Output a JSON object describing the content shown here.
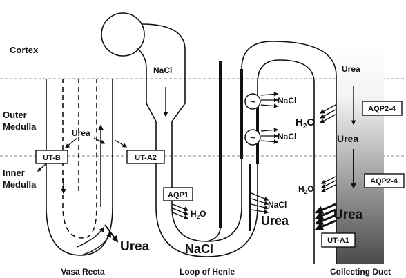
{
  "zones": {
    "cortex": "Cortex",
    "outer_line1": "Outer",
    "outer_line2": "Medulla",
    "inner_line1": "Inner",
    "inner_line2": "Medulla"
  },
  "bottom_labels": {
    "vasa_recta": "Vasa Recta",
    "loop_of_henle": "Loop of Henle",
    "collecting_duct": "Collecting Duct"
  },
  "transporters": {
    "ut_b": "UT-B",
    "ut_a2": "UT-A2",
    "aqp1": "AQP1",
    "aqp2_4_upper": "AQP2-4",
    "aqp2_4_lower": "AQP2-4",
    "ut_a1": "UT-A1"
  },
  "solutes": {
    "nacl_cortex": "NaCl",
    "urea_vasa": "Urea",
    "urea_vasa_big": "Urea",
    "nacl_bottom": "NaCl",
    "nacl_pump1": "NaCl",
    "nacl_pump2": "NaCl",
    "nacl_inner": "NaCl",
    "urea_loop": "Urea",
    "urea_cd1": "Urea",
    "urea_cd2": "Urea",
    "urea_cd3": "Urea",
    "water": "H",
    "water_sub": "2",
    "water_o": "O"
  },
  "pump_symbol": "~",
  "colors": {
    "duct_top": "#ffffff",
    "duct_bottom": "#4a4a4a",
    "line": "#111111"
  }
}
